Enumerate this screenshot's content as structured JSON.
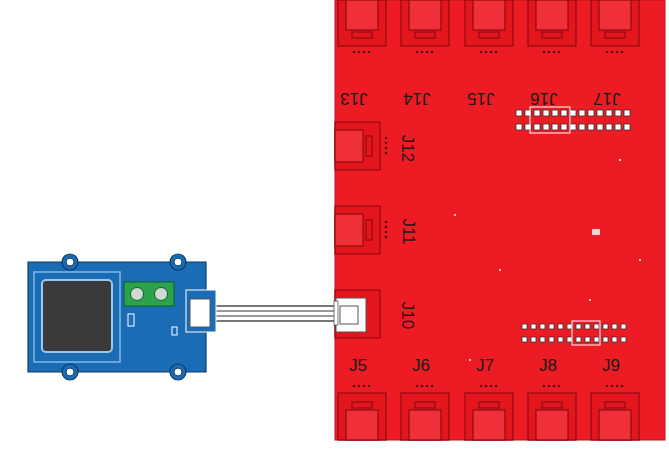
{
  "diagram": {
    "labels": [
      "J13",
      "J14",
      "J15",
      "J16",
      "J17",
      "J12",
      "J11",
      "J10",
      "J5",
      "J6",
      "J7",
      "J8",
      "J9"
    ]
  }
}
